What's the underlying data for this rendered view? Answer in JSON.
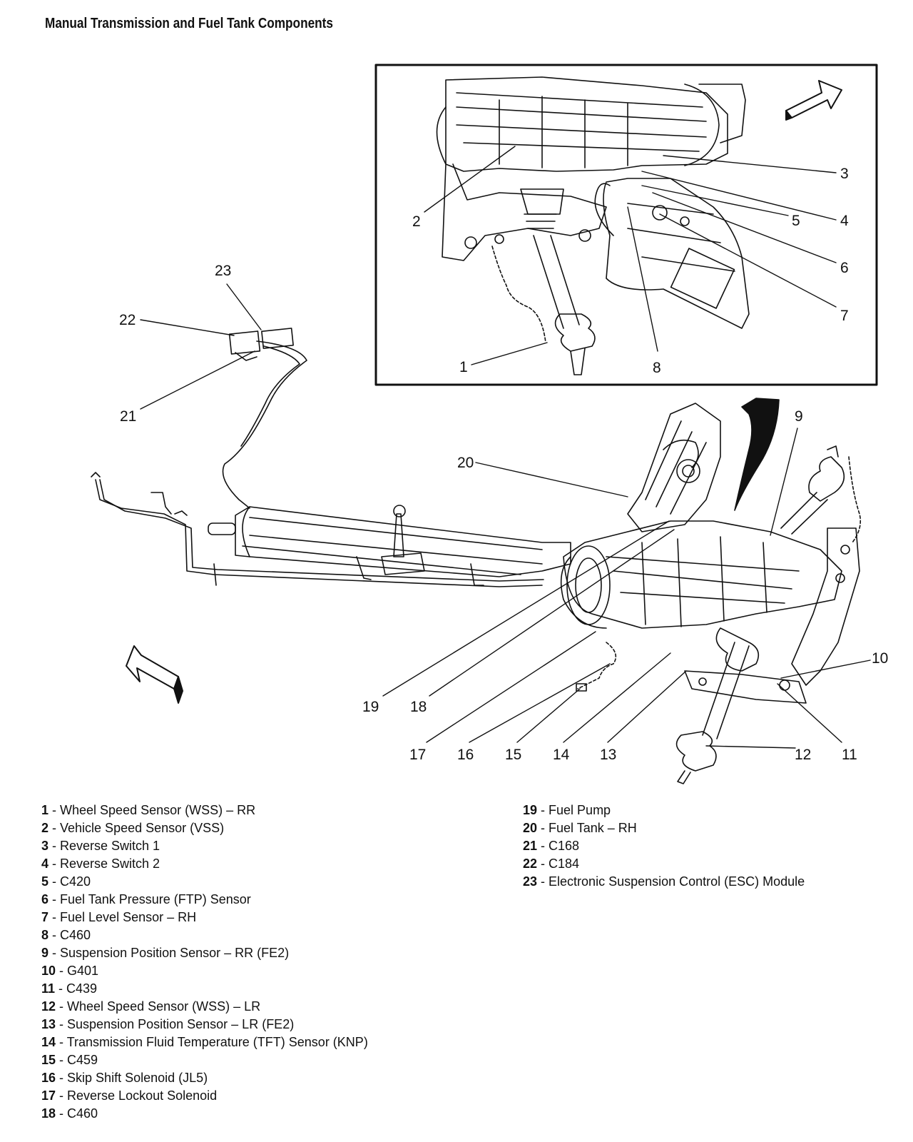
{
  "title": "Manual Transmission and Fuel Tank Components",
  "callouts": [
    "1",
    "2",
    "3",
    "4",
    "5",
    "6",
    "7",
    "8",
    "9",
    "10",
    "11",
    "12",
    "13",
    "14",
    "15",
    "16",
    "17",
    "18",
    "19",
    "20",
    "21",
    "22",
    "23"
  ],
  "legend": [
    {
      "num": "1",
      "label": "Wheel Speed Sensor (WSS) – RR"
    },
    {
      "num": "2",
      "label": "Vehicle Speed Sensor (VSS)"
    },
    {
      "num": "3",
      "label": "Reverse Switch 1"
    },
    {
      "num": "4",
      "label": "Reverse Switch 2"
    },
    {
      "num": "5",
      "label": "C420"
    },
    {
      "num": "6",
      "label": "Fuel Tank Pressure (FTP) Sensor"
    },
    {
      "num": "7",
      "label": "Fuel Level Sensor – RH"
    },
    {
      "num": "8",
      "label": "C460"
    },
    {
      "num": "9",
      "label": "Suspension Position Sensor – RR (FE2)"
    },
    {
      "num": "10",
      "label": "G401"
    },
    {
      "num": "11",
      "label": "C439"
    },
    {
      "num": "12",
      "label": "Wheel Speed Sensor (WSS) – LR"
    },
    {
      "num": "13",
      "label": "Suspension Position Sensor – LR (FE2)"
    },
    {
      "num": "14",
      "label": "Transmission Fluid Temperature (TFT) Sensor (KNP)"
    },
    {
      "num": "15",
      "label": "C459"
    },
    {
      "num": "16",
      "label": "Skip Shift Solenoid (JL5)"
    },
    {
      "num": "17",
      "label": "Reverse Lockout Solenoid"
    },
    {
      "num": "18",
      "label": "C460"
    },
    {
      "num": "19",
      "label": "Fuel Pump"
    },
    {
      "num": "20",
      "label": "Fuel Tank – RH"
    },
    {
      "num": "21",
      "label": "C168"
    },
    {
      "num": "22",
      "label": "C184"
    },
    {
      "num": "23",
      "label": "Electronic Suspension Control (ESC) Module"
    }
  ]
}
